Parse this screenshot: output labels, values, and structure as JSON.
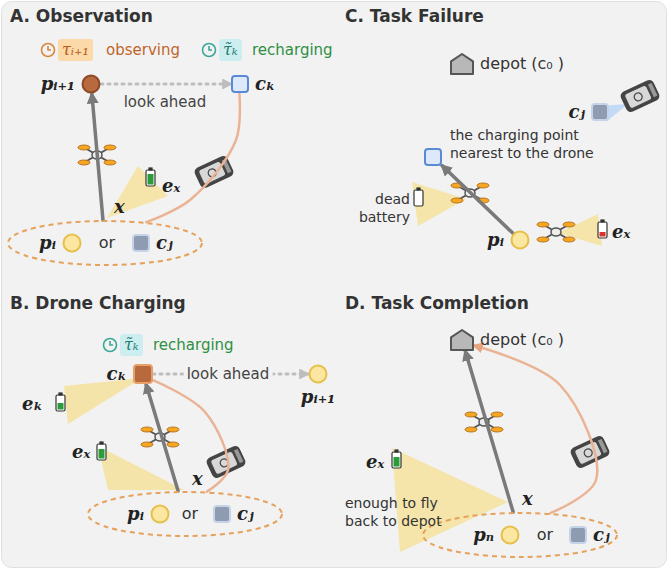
{
  "diagram": {
    "nodes": [
      {
        "text": [
          "pᵢ₊₁"
        ]
      },
      {
        "text": [
          "cₖ"
        ]
      },
      {
        "text": [
          "or"
        ]
      },
      {
        "text": [
          "pᵢ"
        ],
        "in": 2
      },
      {
        "text": [
          "cⱼ"
        ],
        "in": 2
      },
      {
        "text": [
          "cₖ"
        ]
      },
      {
        "text": [
          "pᵢ₊₁"
        ]
      },
      {
        "text": [
          "or"
        ]
      },
      {
        "text": [
          "pᵢ"
        ],
        "in": 7
      },
      {
        "text": [
          "cⱼ"
        ],
        "in": 7
      },
      {
        "text": [
          "depot (c₀ )"
        ]
      },
      {
        "text": [
          "cⱼ"
        ]
      },
      {
        "text": [
          "the charging point nearest to the drone"
        ]
      },
      {
        "text": [
          "pᵢ"
        ]
      },
      {
        "text": [
          "depot (c₀ )"
        ]
      },
      {
        "text": [
          "or"
        ]
      },
      {
        "text": [
          "pₙ"
        ],
        "in": 15
      },
      {
        "text": [
          "cⱼ"
        ],
        "in": 15
      }
    ],
    "edges": [
      {
        "from": 2,
        "to": 0,
        "arrow": "to"
      },
      {
        "from": 0,
        "to": 1,
        "label": "look ahead",
        "arrow": "to"
      },
      {
        "from": 2,
        "to": 1,
        "arrow": "none"
      },
      {
        "from": 7,
        "to": 5,
        "arrow": "to"
      },
      {
        "from": 5,
        "to": 6,
        "label": "look ahead",
        "arrow": "to"
      },
      {
        "from": 7,
        "to": 5,
        "arrow": "none"
      },
      {
        "from": 13,
        "to": 12,
        "arrow": "to"
      },
      {
        "from": 15,
        "to": 14,
        "arrow": "to"
      },
      {
        "from": 15,
        "to": 14,
        "arrow": "to"
      }
    ],
    "labels": [
      "A. Observation",
      "τᵢ₊₁",
      "observing",
      "τ̃ₖ",
      "recharging",
      "x",
      "eₓ",
      "B. Drone Charging",
      "τ̃ₖ",
      "recharging",
      "eₖ",
      "eₓ",
      "x",
      "C. Task Failure",
      "dead battery",
      "eₓ",
      "D. Task Completion",
      "eₓ",
      "x",
      "enough to fly back to depot"
    ]
  }
}
